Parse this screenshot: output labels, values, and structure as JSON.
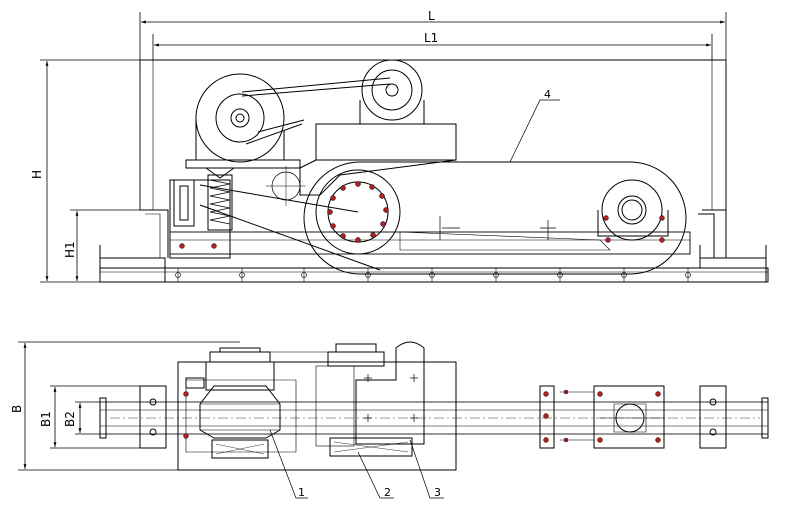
{
  "dimensions": {
    "L": "L",
    "L1": "L1",
    "H": "H",
    "H1": "H1",
    "B": "B",
    "B1": "B1",
    "B2": "B2"
  },
  "callouts": {
    "c1": "1",
    "c2": "2",
    "c3": "3",
    "c4": "4"
  },
  "colors": {
    "line": "#000000",
    "dim": "#555555",
    "bolt": "#b02020"
  }
}
